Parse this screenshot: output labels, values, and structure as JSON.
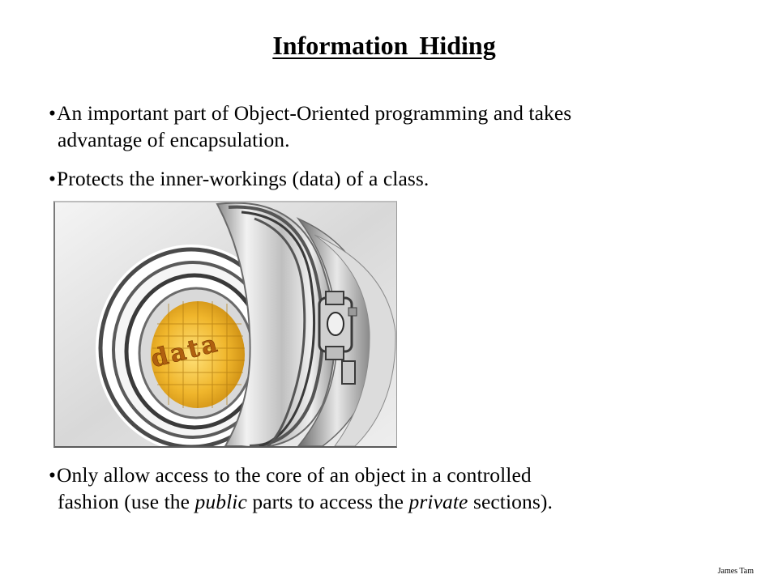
{
  "slide": {
    "title": "Information  Hiding",
    "bullets": [
      {
        "line1": "An important part of Object-Oriented programming and takes",
        "line2": "advantage of encapsulation."
      },
      {
        "line1": "Protects the inner-workings (data) of a class."
      },
      {
        "line1": "Only allow access to the core of an object in a controlled",
        "line2_a": "fashion (use the ",
        "line2_public": "public",
        "line2_b": " parts to access the ",
        "line2_private": "private",
        "line2_c": " sections)."
      }
    ],
    "bullet_glyph": "•",
    "image": {
      "label": "data",
      "icon": "vault-door-icon"
    },
    "footer": "James Tam"
  }
}
